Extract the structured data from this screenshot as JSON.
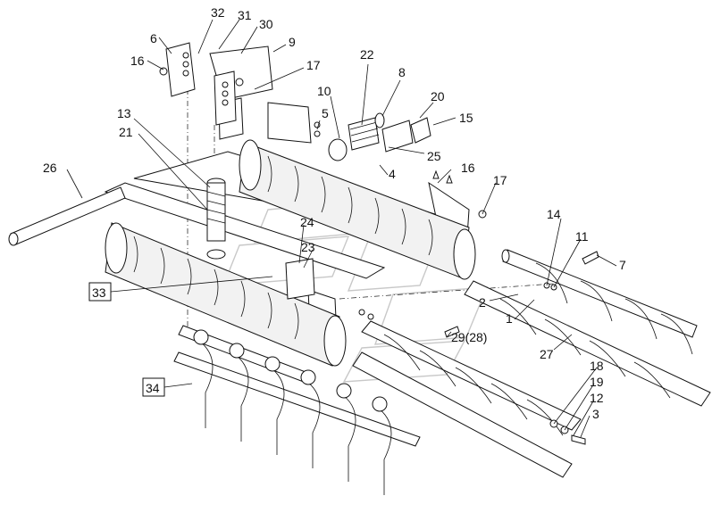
{
  "callouts": [
    "32",
    "31",
    "30",
    "6",
    "9",
    "16",
    "17",
    "22",
    "8",
    "10",
    "20",
    "13",
    "5",
    "15",
    "21",
    "25",
    "4",
    "16",
    "26",
    "17",
    "14",
    "11",
    "24",
    "7",
    "23",
    "33",
    "2",
    "1",
    "27",
    "29(28)",
    "18",
    "34",
    "19",
    "12",
    "3"
  ],
  "boxed_callouts": [
    "33",
    "34"
  ]
}
